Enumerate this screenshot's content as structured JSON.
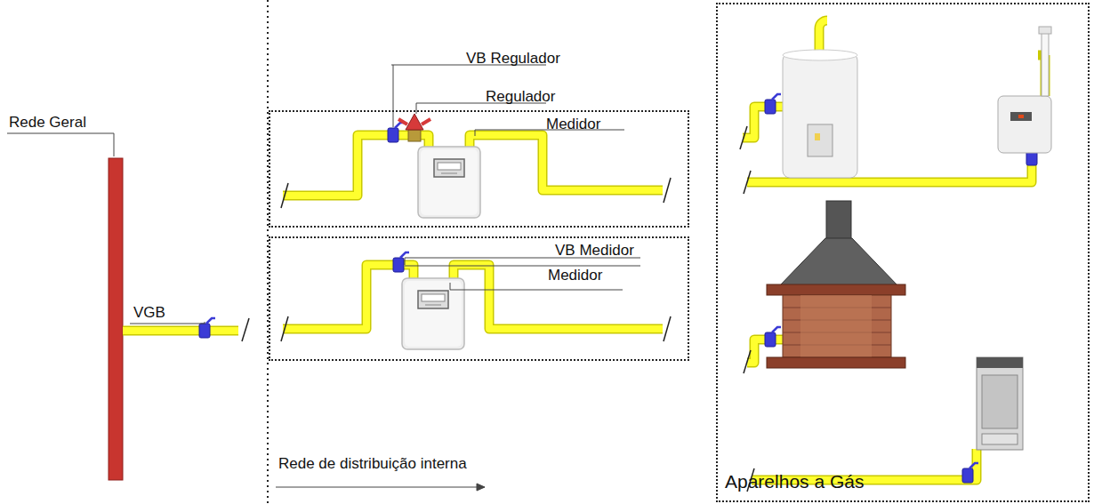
{
  "diagram": {
    "nodes": [
      {
        "text": [
          "VB Regulador",
          "Regulador",
          "Medidor"
        ]
      },
      {
        "text": [
          "VB Medidor",
          "Medidor"
        ]
      },
      {
        "text": [
          "Aparelhos a Gás"
        ]
      }
    ],
    "labels": [
      "Rede Geral",
      "VGB",
      "Rede de distribuição interna"
    ]
  }
}
